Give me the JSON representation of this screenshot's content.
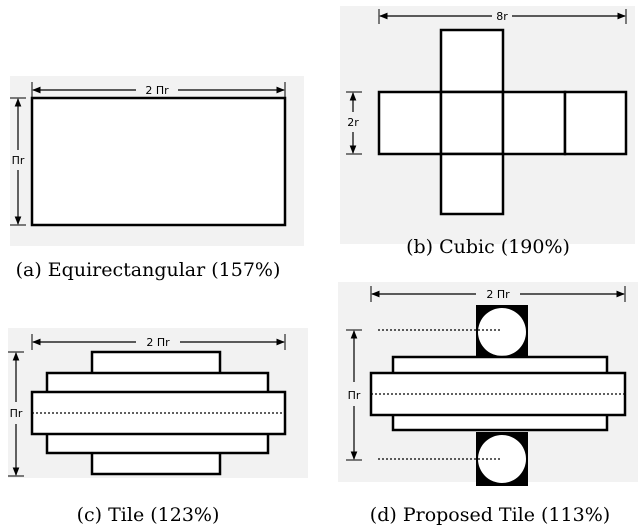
{
  "panels": {
    "equirectangular": {
      "caption": "(a) Equirectangular (157%)",
      "width_label": "2 Πr",
      "height_label": "Πr"
    },
    "cubic": {
      "caption": "(b) Cubic (190%)",
      "width_label": "8r",
      "height_label": "2r"
    },
    "tile": {
      "caption": "(c) Tile (123%)",
      "width_label": "2 Πr",
      "height_label": "Πr"
    },
    "proposed_tile": {
      "caption": "(d) Proposed Tile (113%)",
      "width_label": "2 Πr",
      "height_label": "Πr"
    }
  }
}
